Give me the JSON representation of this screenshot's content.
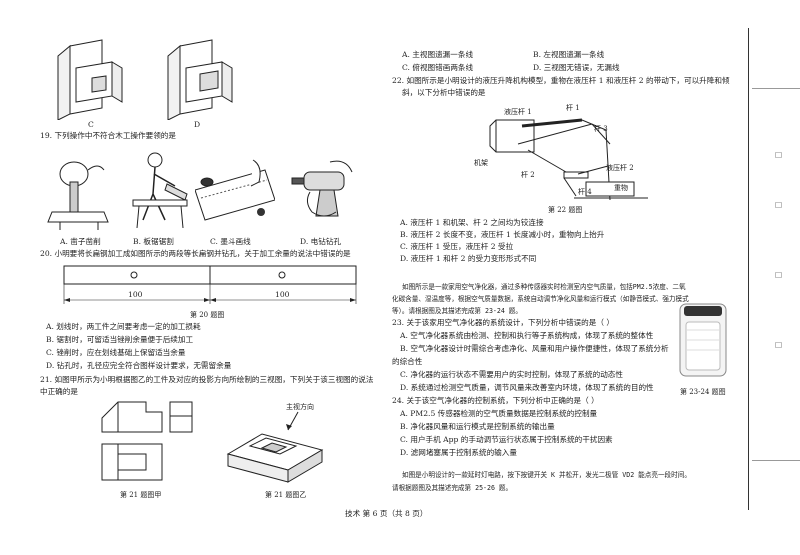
{
  "left": {
    "fig18_labels": [
      "C",
      "D"
    ],
    "q19": "19. 下列操作中不符合木工操作要领的是",
    "q19_opts": [
      "A. 凿子凿削",
      "B. 板锯锯割",
      "C. 墨斗画线",
      "D. 电钻钻孔"
    ],
    "q20": "20. 小明要将长扁钢加工成如图所示的两段等长扁钢并钻孔，关于加工余量的说法中错误的是",
    "fig20_dims": [
      "100",
      "100"
    ],
    "fig20_caption": "第 20 题图",
    "q20_opts": [
      "A. 划线时，两工件之间要考虑一定的加工损耗",
      "B. 锯割时，可留适当锉削余量便于后续加工",
      "C. 锉削时，应在划线基础上保留适当余量",
      "D. 钻孔时，孔径应完全符合图样设计要求，无需留余量"
    ],
    "q21_line1": "21. 如图甲所示为小明根据图乙的工件及对应的投影方向所绘制的三视图，下列关于该三视图的说法",
    "q21_line2": "中正确的是",
    "fig21_direction": "主视方向",
    "fig21_caption_a": "第 21 题图甲",
    "fig21_caption_b": "第 21 题图乙"
  },
  "right": {
    "q21_opts_row1": [
      "A. 主视图遗漏一条线",
      "B. 左视图遗漏一条线"
    ],
    "q21_opts_row2": [
      "C. 俯视图错画两条线",
      "D. 三视图无错误，无漏线"
    ],
    "q22_line1": "22. 如图所示是小明设计的液压升降机构模型，重物在液压杆 1 和液压杆 2 的带动下，可以升降和倾",
    "q22_line2": "斜，以下分析中错误的是",
    "fig22_labels": {
      "cyl1": "液压杆 1",
      "rod1": "杆 1",
      "rod3": "杆 3",
      "frame": "机架",
      "rod2": "杆 2",
      "cyl2": "液压杆 2",
      "rod4": "杆 4",
      "load": "重物"
    },
    "fig22_caption": "第 22 题图",
    "q22_opts": [
      "A. 液压杆 1 和机架、杆 2 之间均为铰连接",
      "B. 液压杆 2 长度不变，液压杆 1 长度减小时，重物向上抬升",
      "C. 液压杆 1 受压，液压杆 2 受拉",
      "D. 液压杆 1 和杆 2 的受力变形形式不同"
    ],
    "passage1": [
      "如图所示是一款家用空气净化器，通过多种传感器实时检测室内空气质量，包括PM2.5浓度、二氧",
      "化碳含量、湿温度等，根据空气质量数据，系统自动调节净化风量和运行模式（如静音模式、强力模式",
      "等）。请根据图及其描述完成第 23-24 题。"
    ],
    "q23": "23. 关于该家用空气净化器的系统设计，下列分析中错误的是（    ）",
    "q23_opts": [
      "A. 空气净化器系统由检测、控制和执行等子系统构成，体现了系统的整体性",
      "B. 空气净化器设计时需综合考虑净化、风量和用户操作便捷性，体现了系统分析",
      "的综合性",
      "C. 净化器的运行状态不需要用户的实时控制，体现了系统的动态性",
      "D. 系统通过检测空气质量，调节风量来改善室内环境，体现了系统的目的性"
    ],
    "fig2324_caption": "第 23-24 题图",
    "q24": "24. 关于该空气净化器的控制系统，下列分析中正确的是（    ）",
    "q24_opts": [
      "A. PM2.5 传感器检测的空气质量数据是控制系统的控制量",
      "B. 净化器风量和运行模式是控制系统的输出量",
      "C. 用户手机 App 的手动调节运行状态属于控制系统的干扰因素",
      "D. 滤网堵塞属于控制系统的输入量"
    ],
    "passage2": [
      "如图是小明设计的一款延时灯电路，按下按键开关 K 并松开，发光二极管 VD2 能点亮一段时间。",
      "请根据题图及其描述完成第 25-26 题。"
    ]
  },
  "footer": "技术    第 6 页（共 8 页）",
  "margin_marks": [
    "□",
    "□",
    "□",
    "□"
  ]
}
